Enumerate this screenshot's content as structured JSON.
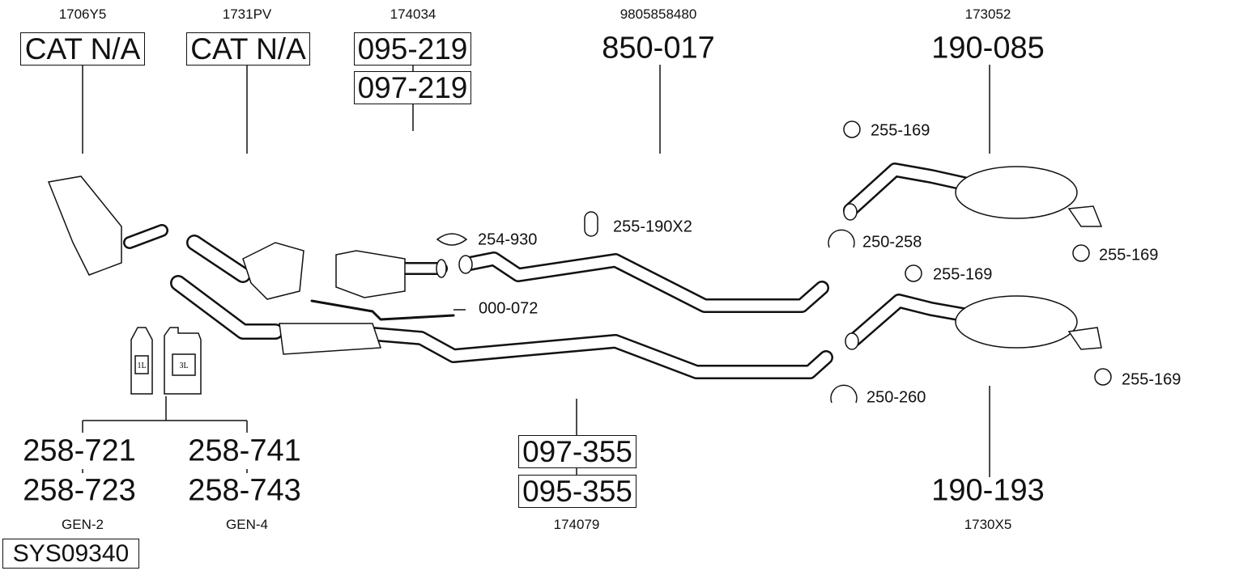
{
  "groups": [
    {
      "ref": "1706Y5",
      "codes": [
        "CAT N/A"
      ]
    },
    {
      "ref": "1731PV",
      "codes": [
        "CAT N/A"
      ]
    },
    {
      "ref": "174034",
      "codes": [
        "095-219",
        "097-219"
      ]
    },
    {
      "ref": "9805858480",
      "codes": [
        "850-017"
      ]
    },
    {
      "ref": "173052",
      "codes": [
        "190-085"
      ]
    },
    {
      "ref": "174079",
      "codes": [
        "097-355",
        "095-355"
      ]
    },
    {
      "ref": "1730X5",
      "codes": [
        "190-193"
      ]
    },
    {
      "ref": "GEN-2",
      "codes": [
        "258-721",
        "258-723"
      ]
    },
    {
      "ref": "GEN-4",
      "codes": [
        "258-741",
        "258-743"
      ]
    }
  ],
  "accessories": {
    "hanger_front_rear": "255-169",
    "clamp_254": "254-930",
    "hanger_x2": "255-190X2",
    "clamp_250_258": "250-258",
    "hanger_rear_right": "255-169",
    "hanger_lower": "255-169",
    "sensor": "000-072",
    "clamp_250_260": "250-260",
    "hanger_lower_right": "255-169"
  },
  "bottles": [
    "1L",
    "3L"
  ],
  "system_code": "SYS09340"
}
